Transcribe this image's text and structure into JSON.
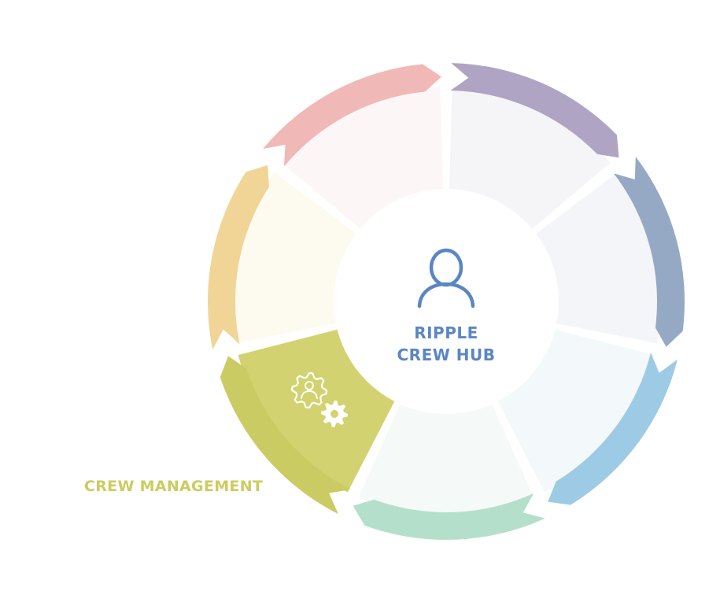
{
  "center": {
    "title_line1": "RIPPLE",
    "title_line2": "CREW HUB",
    "icon": "user-icon",
    "color": "#5b86c4"
  },
  "segments": [
    {
      "id": "segment-purple",
      "arc_color": "#b0a4c4",
      "wedge_color": "#f5f5f8",
      "active": false
    },
    {
      "id": "segment-slate",
      "arc_color": "#95a9c4",
      "wedge_color": "#f3f5f9",
      "active": false
    },
    {
      "id": "segment-sky",
      "arc_color": "#9dcbe6",
      "wedge_color": "#f3f8fb",
      "active": false
    },
    {
      "id": "segment-mint",
      "arc_color": "#b4e0cb",
      "wedge_color": "#f5faf8",
      "active": false
    },
    {
      "id": "segment-crew-management",
      "label": "CREW MANAGEMENT",
      "icon": "gear-user-icon",
      "arc_color": "#cbcb63",
      "wedge_color": "#d2d270",
      "label_color": "#cccc60",
      "active": true
    },
    {
      "id": "segment-amber",
      "arc_color": "#f1d597",
      "wedge_color": "#fdfaf0",
      "active": false
    },
    {
      "id": "segment-rose",
      "arc_color": "#f0b8b6",
      "wedge_color": "#fcf6f7",
      "active": false
    }
  ]
}
